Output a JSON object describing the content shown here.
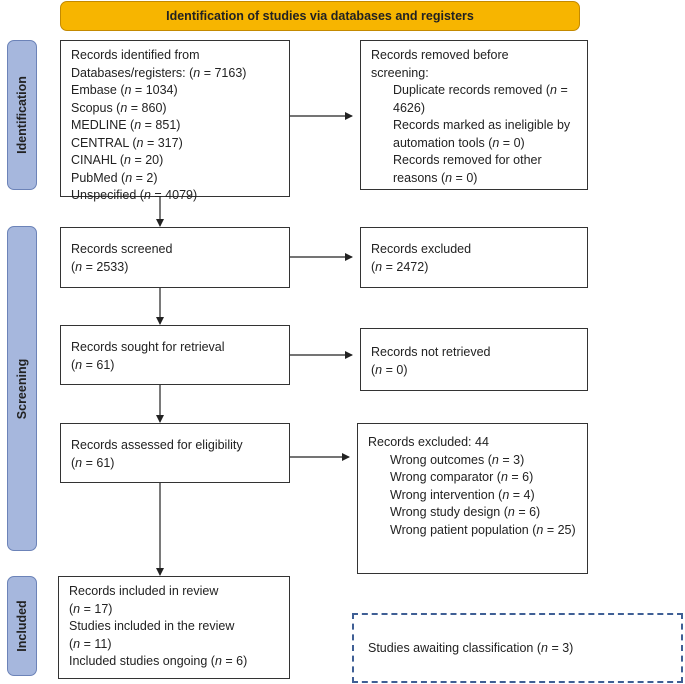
{
  "header": "Identification of studies via databases and registers",
  "phases": {
    "identification": "Identification",
    "screening": "Screening",
    "included": "Included"
  },
  "identified": {
    "title": "Records identified from",
    "line": "Databases/registers: ",
    "n": "7163",
    "sources": [
      {
        "name": "Embase",
        "n": "1034"
      },
      {
        "name": "Scopus",
        "n": "860"
      },
      {
        "name": "MEDLINE",
        "n": "851"
      },
      {
        "name": "CENTRAL",
        "n": "317"
      },
      {
        "name": "CINAHL",
        "n": "20"
      },
      {
        "name": "PubMed",
        "n": "2"
      },
      {
        "name": "Unspecified",
        "n": "4079"
      }
    ]
  },
  "removed": {
    "title": "Records removed before screening:",
    "items": [
      {
        "label": "Duplicate records removed",
        "n": "4626"
      },
      {
        "label": "Records marked as ineligible by automation tools",
        "n": "0"
      },
      {
        "label": "Records removed for other reasons",
        "n": "0"
      }
    ]
  },
  "screened": {
    "label": "Records screened",
    "n": "2533"
  },
  "excluded1": {
    "label": "Records excluded",
    "n": "2472"
  },
  "sought": {
    "label": "Records sought for retrieval",
    "n": "61"
  },
  "not_retrieved": {
    "label": "Records not retrieved",
    "n": "0"
  },
  "assessed": {
    "label": "Records assessed for eligibility",
    "n": "61"
  },
  "excluded2": {
    "title": "Records excluded: 44",
    "reasons": [
      {
        "label": "Wrong outcomes",
        "n": "3"
      },
      {
        "label": "Wrong comparator",
        "n": "6"
      },
      {
        "label": "Wrong intervention",
        "n": "4"
      },
      {
        "label": "Wrong study design",
        "n": "6"
      },
      {
        "label": "Wrong patient population",
        "n": "25"
      }
    ]
  },
  "included": {
    "records": {
      "label": "Records included in review",
      "n": "17"
    },
    "studies": {
      "label": "Studies included in the review",
      "n": "11"
    },
    "ongoing": {
      "label": "Included studies ongoing",
      "n": "6"
    }
  },
  "awaiting": {
    "label": "Studies awaiting classification",
    "n": "3"
  }
}
